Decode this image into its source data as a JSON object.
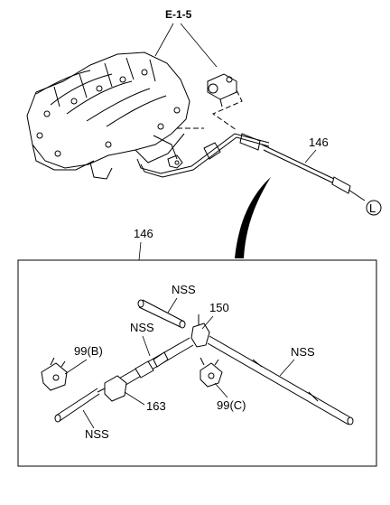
{
  "diagram": {
    "top_section": {
      "section_ref": "E-1-5",
      "hose_assembly_ref": "146",
      "connector_symbol": "L"
    },
    "detail_box": {
      "header_ref": "146",
      "labels": {
        "nss_top": "NSS",
        "part_150": "150",
        "nss_middle": "NSS",
        "part_99b": "99(B)",
        "nss_right": "NSS",
        "part_163": "163",
        "part_99c": "99(C)",
        "nss_bottom": "NSS"
      }
    },
    "colors": {
      "line": "#000000",
      "background": "#ffffff"
    }
  }
}
